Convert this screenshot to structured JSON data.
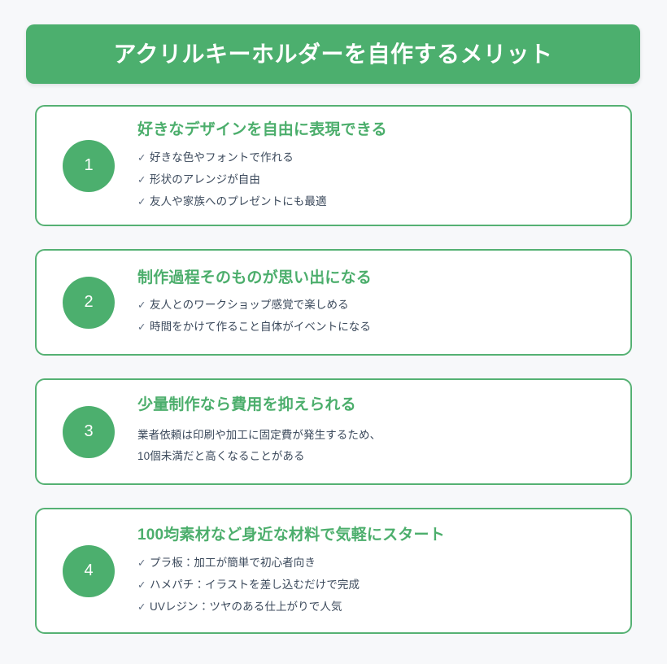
{
  "colors": {
    "page_background": "#f7f8fa",
    "brand_green": "#4caf6e",
    "card_border_green": "#55b173",
    "heading_green": "#4cae6c",
    "body_text": "#3c4a5c",
    "banner_text": "#ffffff"
  },
  "header": {
    "title": "アクリルキーホルダーを自作するメリット"
  },
  "cards": [
    {
      "number": "1",
      "heading": "好きなデザインを自由に表現できる",
      "body_type": "list",
      "check_glyph": "✓",
      "items": [
        "好きな色やフォントで作れる",
        "形状のアレンジが自由",
        "友人や家族へのプレゼントにも最適"
      ]
    },
    {
      "number": "2",
      "heading": "制作過程そのものが思い出になる",
      "body_type": "list",
      "check_glyph": "✓",
      "items": [
        "友人とのワークショップ感覚で楽しめる",
        "時間をかけて作ること自体がイベントになる"
      ]
    },
    {
      "number": "3",
      "heading": "少量制作なら費用を抑えられる",
      "body_type": "paragraph",
      "lines": [
        "業者依頼は印刷や加工に固定費が発生するため、",
        "10個未満だと高くなることがある"
      ]
    },
    {
      "number": "4",
      "heading": "100均素材など身近な材料で気軽にスタート",
      "body_type": "list",
      "check_glyph": "✓",
      "items": [
        "プラ板：加工が簡単で初心者向き",
        "ハメパチ：イラストを差し込むだけで完成",
        "UVレジン：ツヤのある仕上がりで人気"
      ]
    }
  ]
}
